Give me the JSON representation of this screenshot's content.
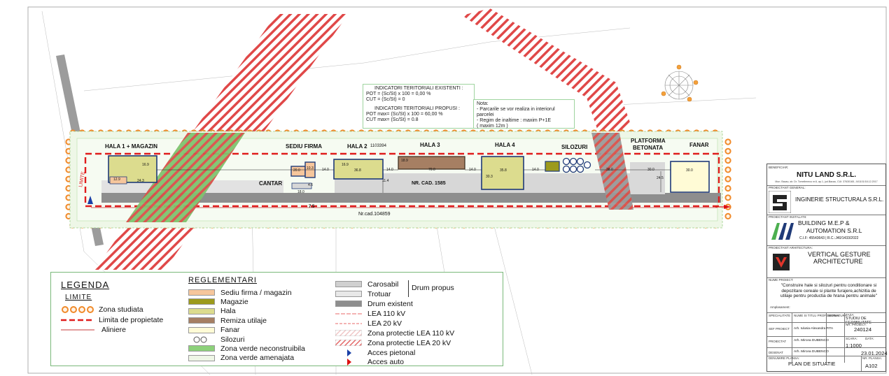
{
  "drawing": {
    "hala1_label": "HALA 1 + MAGAZIN",
    "sediu_label": "SEDIU FIRMA",
    "hala2_label": "HALA 2",
    "hala2_cad": "1103394",
    "hala3_label": "HALA 3",
    "hala4_label": "HALA 4",
    "silozuri_label": "SILOZURI",
    "platforma_label_1": "PLATFORMA",
    "platforma_label_2": "BETONATA",
    "fanar_label": "FANAR",
    "cantar_label": "CANTAR",
    "nr_cad_label": "NR. CAD. 1585",
    "nr_cad_bottom": "Nr.cad.104859",
    "limite_label": "LIMITE",
    "dims": {
      "h1_w": "12.9",
      "h1_h": "16.9",
      "h1_len": "24.3",
      "sed_a": "20.0",
      "sed_b": "10.3",
      "sed_c": "14.0",
      "sed_d": "18.0",
      "sed_e": "4.6",
      "h2_a": "16.9",
      "h2_b": "36.8",
      "h2_c": "14.0",
      "h3_a": "18.9",
      "h3_b": "70.0",
      "h3_c": "14.0",
      "h4_a": "30.3",
      "h4_b": "35.8",
      "h4_c": "14.0",
      "sil_a": "38.0",
      "pl_a": "30.0",
      "pl_b": "24.5",
      "fan_a": "30.0",
      "road_a": "11.4",
      "road_b": "7.5"
    }
  },
  "indicators": {
    "existing_title": "INDICATORI TERITORIALI EXISTENTI :",
    "existing_pot": "POT = (Sc/St) x 100 = 0,00 %",
    "existing_cut": "CUT = (Sc/St)            = 0",
    "proposed_title": "INDICATORI TERITORIALI PROPUSI :",
    "proposed_pot": "POT max= (Sc/St) x 100 = 60,00 %",
    "proposed_cut": "CUT max= (Sc/St)            = 0.8"
  },
  "note": {
    "title": "Nota:",
    "line1": "- Parcarile se vor realiza in interiorul",
    "line2": "parcelei",
    "line3": "- Regim de inaltime : maxim  P+1E",
    "line4": "( maxim 12m )"
  },
  "legend": {
    "title": "LEGENDA",
    "limite": "LIMITE",
    "zona_studiata": "Zona studiata",
    "limita_proprietate": "Limita de propietate",
    "aliniere": "Aliniere",
    "reglementari_title": "REGLEMENTARI",
    "items_col1": [
      {
        "label": "Sediu firma / magazin",
        "color": "#f6c69c"
      },
      {
        "label": "Magazie",
        "color": "#9c9a1c"
      },
      {
        "label": "Hala",
        "color": "#dcdc8e"
      },
      {
        "label": "Remiza utilaje",
        "color": "#a67f63"
      },
      {
        "label": "Fanar",
        "color": "#fffbd6"
      },
      {
        "label": "Silozuri",
        "color": "#ffffff"
      },
      {
        "label": "Zona verde neconstruibila",
        "color": "#8cd17a"
      },
      {
        "label": "Zona verde amenajata",
        "color": "#eef6e6"
      }
    ],
    "carosabil": "Carosabil",
    "trotuar": "Trotuar",
    "drum_propus": "Drum propus",
    "drum_existent": "Drum existent",
    "lea110": "LEA 110 kV",
    "lea20": "LEA 20 kV",
    "zona_lea110": "Zona protectie LEA 110 kV",
    "zona_lea20": "Zona protectie LEA 20 kV",
    "acces_pietonal": "Acces pietonal",
    "acces_auto": "Acces auto"
  },
  "title_block": {
    "beneficiar_label": "BENEFICIAR:",
    "beneficiar": "NITU LAND S.R.L.",
    "beneficiar_addr": "Mun. Bacau, str. Dr. Tomeilenecu nr.6, ap.1, jud.Bacau, CUI: 37630165, J4/1101/18.12.2017",
    "proiectant_label": "PROIECTANT GENERAL:",
    "ing_name": "INGINERIE STRUCTURALA S.R.L.",
    "proiectant_inst_label": "PROIECTANT INSTALATII:",
    "bma_name_1": "BUILDING M.E.P &",
    "bma_name_2": "AUTOMATION S.R.L",
    "bma_cif": "C.I.F:        45543643  | R.C.:J40/1433/2022",
    "arh_label": "PROIECTANT ARHITECTURA:",
    "arh_name_1": "VERTICAL GESTURE",
    "arh_name_2": "ARCHITECTURE",
    "project_label": "NUME PROIECT:",
    "project_name": "\"Construire hale si silozuri pentru conditionare si depozitare cereale si plante furajere,achizitia de utilaje pentru productia de hrana pentru animale\"",
    "amplasament": "Amplasament:",
    "col_specialitate": "SPECIALITATE",
    "col_nume": "NUME SI TITLU PROFESIONAL",
    "col_semnatura": "SEMNATURA",
    "faza_label": "FAZA:",
    "faza": "STUDIU DE FEZABILITATE",
    "nr_proiect_label": "NR. PROIECT:",
    "nr_proiect": "240124",
    "sef_proiect_role": "SEF PROIECT",
    "sef_proiect": "Arh. Iulusia-Alexandra FITA",
    "proiectat_role": "PROIECTAT",
    "proiectat": "Arh. Mircea DUBENCO",
    "desenat_role": "DESENAT",
    "desenat": "Arh. Mircea DUBENCO",
    "scara_label": "SCARA:",
    "scara": "1:1000",
    "data_label": "DATA:",
    "data": "23.01.2024",
    "denumire_label": "DENUMIRE PLANSA:",
    "denumire": "PLAN DE SITUATIE",
    "nr_plansa_label": "NR. PLANSA:",
    "nr_plansa": "A102"
  }
}
